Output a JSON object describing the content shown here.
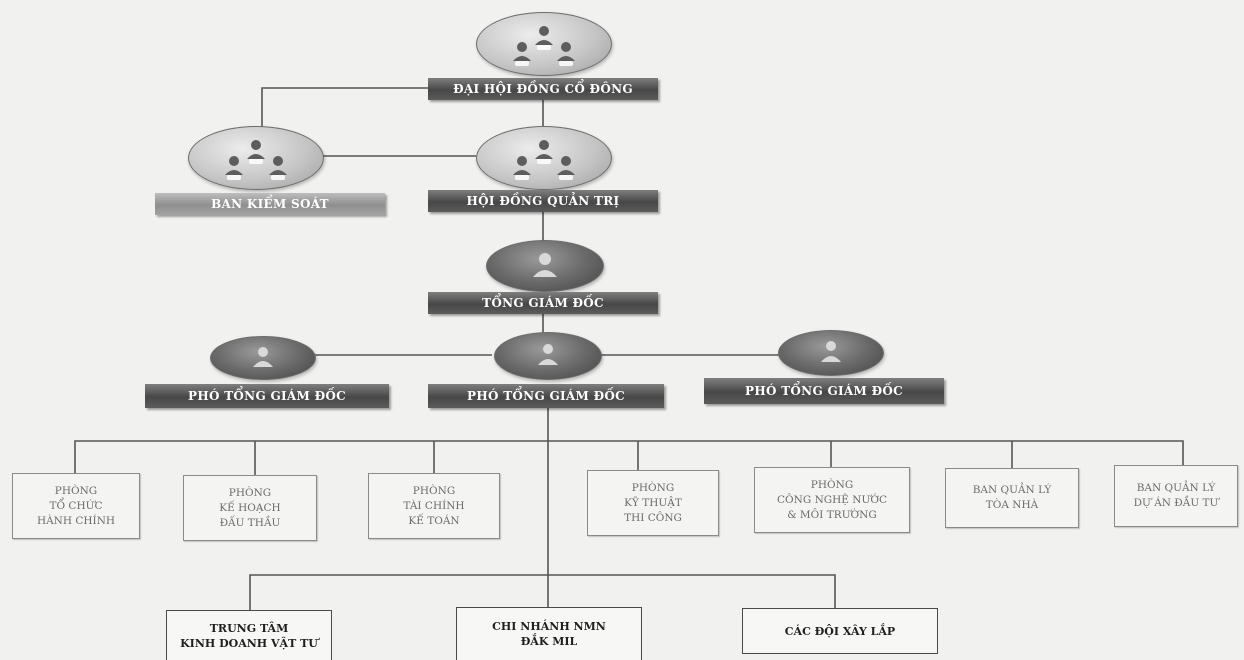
{
  "chart": {
    "top": {
      "label": "ĐẠI HỘI ĐỒNG CỔ ĐÔNG"
    },
    "supervisory": {
      "label": "BAN KIỂM SOÁT"
    },
    "board": {
      "label": "HỘI ĐỒNG QUẢN TRỊ"
    },
    "ceo": {
      "label": "TỔNG GIÁM ĐỐC"
    },
    "deputies": [
      {
        "label": "PHÓ TỔNG GIÁM ĐỐC"
      },
      {
        "label": "PHÓ TỔNG GIÁM ĐỐC"
      },
      {
        "label": "PHÓ TỔNG GIÁM ĐỐC"
      }
    ],
    "departments": [
      {
        "lines": [
          "PHÒNG",
          "TỔ CHỨC",
          "HÀNH CHÍNH"
        ]
      },
      {
        "lines": [
          "PHÒNG",
          "KẾ HOẠCH",
          "ĐẤU THẦU"
        ]
      },
      {
        "lines": [
          "PHÒNG",
          "TÀI CHÍNH",
          "KẾ TOÁN"
        ]
      },
      {
        "lines": [
          "PHÒNG",
          "KỸ THUẬT",
          "THI CÔNG"
        ]
      },
      {
        "lines": [
          "PHÒNG",
          "CÔNG NGHỆ NƯỚC",
          "& MÔI TRƯỜNG"
        ]
      },
      {
        "lines": [
          "BAN QUẢN LÝ",
          "TÒA NHÀ"
        ]
      },
      {
        "lines": [
          "BAN QUẢN LÝ",
          "DỰ ÁN ĐẦU TƯ"
        ]
      }
    ],
    "units": [
      {
        "lines": [
          "TRUNG TÂM",
          "KINH DOANH VẬT TƯ"
        ]
      },
      {
        "lines": [
          "CHI NHÁNH NMN",
          "ĐẮK MIL"
        ]
      },
      {
        "lines": [
          "CÁC ĐỘI XÂY LẮP"
        ]
      }
    ]
  },
  "icons": {
    "group": "people-group-icon",
    "single": "person-icon"
  }
}
